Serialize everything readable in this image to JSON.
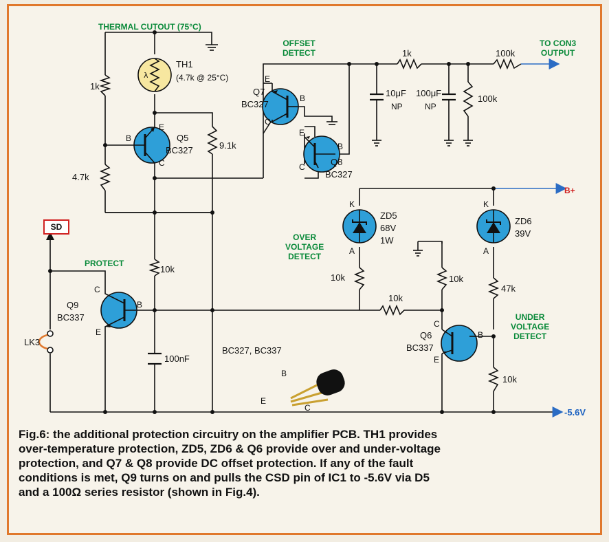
{
  "labels": {
    "thermal_cutout": "THERMAL CUTOUT (75°C)",
    "offset_detect": [
      "OFFSET",
      "DETECT"
    ],
    "to_con3": [
      "TO CON3",
      "OUTPUT"
    ],
    "r_1k_top": "1k",
    "r_100k_top": "100k",
    "th1": "TH1",
    "th1_val": "(4.7k @ 25°C)",
    "r1k_left": "1k",
    "q7_name": "Q7",
    "q7_type": "BC327",
    "q7_e": "E",
    "q7_b": "B",
    "q7_c": "C",
    "c10": "10μF",
    "c10_np": "NP",
    "c100": "100μF",
    "c100_np": "NP",
    "r100k_shunt": "100k",
    "q5_b": "B",
    "q5_e": "E",
    "q5_c": "C",
    "q5_name": "Q5",
    "q5_type": "BC327",
    "r91k": "9.1k",
    "q8_e": "E",
    "q8_b": "B",
    "q8_c": "C",
    "q8_name": "Q8",
    "q8_type": "BC327",
    "r47k_left": "4.7k",
    "b_plus": "B+",
    "sd": "SD",
    "zd5_k": "K",
    "zd5_a": "A",
    "zd5_name": "ZD5",
    "zd5_v": "68V",
    "zd5_w": "1W",
    "zd6_k": "K",
    "zd6_a": "A",
    "zd6_name": "ZD6",
    "zd6_v": "39V",
    "over_voltage": [
      "OVER",
      "VOLTAGE",
      "DETECT"
    ],
    "protect": "PROTECT",
    "r10k_mid": "10k",
    "r10k_zd5": "10k",
    "r10k_gnd": "10k",
    "r47k_right": "47k",
    "q9_c": "C",
    "q9_b": "B",
    "q9_e": "E",
    "q9_name": "Q9",
    "q9_type": "BC337",
    "r10k_base": "10k",
    "under_voltage": [
      "UNDER",
      "VOLTAGE",
      "DETECT"
    ],
    "lk3": "LK3",
    "q6_name": "Q6",
    "q6_type": "BC337",
    "q6_b": "B",
    "q6_c": "C",
    "q6_e": "E",
    "bc_pinout_title": "BC327, BC337",
    "pin_b": "B",
    "pin_e": "E",
    "pin_c": "C",
    "c100nf": "100nF",
    "r10k_bottom": "10k",
    "neg_rail": "-5.6V"
  },
  "caption": [
    "Fig.6: the additional protection circuitry on the amplifier PCB. TH1 provides",
    "over-temperature protection, ZD5, ZD6 & Q6 provide over and under-voltage",
    "protection, and Q7 & Q8 provide DC offset protection. If any of the fault",
    "conditions is met, Q9 turns on and pulls the CSD pin of IC1 to -5.6V via D5",
    "and a 100Ω series resistor (shown in Fig.4)."
  ],
  "colors": {
    "border": "#e0782c",
    "green_label": "#0a8a3a",
    "red_label": "#d02020",
    "blue_label": "#1a60c0",
    "component_fill": "#2e9fd8",
    "thermistor_fill": "#f7e7a0"
  }
}
